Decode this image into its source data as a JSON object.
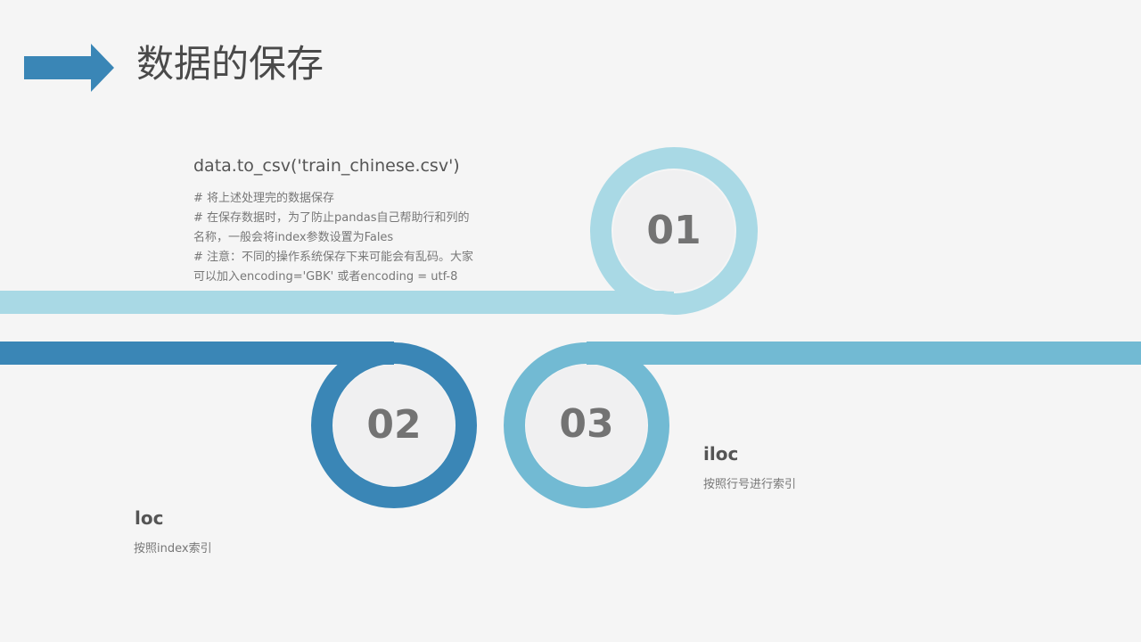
{
  "slide": {
    "title": "数据的保存",
    "colors": {
      "light": "#a9d9e5",
      "dark": "#3a86b6",
      "mid": "#72bad3",
      "accent_arrow": "#3a86b6"
    }
  },
  "steps": [
    {
      "number": "01",
      "title": "data.to_csv('train_chinese.csv')",
      "lines": [
        "# 将上述处理完的数据保存",
        "# 在保存数据时，为了防止pandas自己帮助行和列的",
        "名称，一般会将index参数设置为Fales",
        "# 注意：不同的操作系统保存下来可能会有乱码。大家",
        "可以加入encoding='GBK' 或者encoding = utf-8"
      ]
    },
    {
      "number": "02",
      "title": "loc",
      "desc": "按照index索引"
    },
    {
      "number": "03",
      "title": "iloc",
      "desc": "按照行号进行索引"
    }
  ],
  "icons": {
    "header": "right-arrow-icon"
  }
}
